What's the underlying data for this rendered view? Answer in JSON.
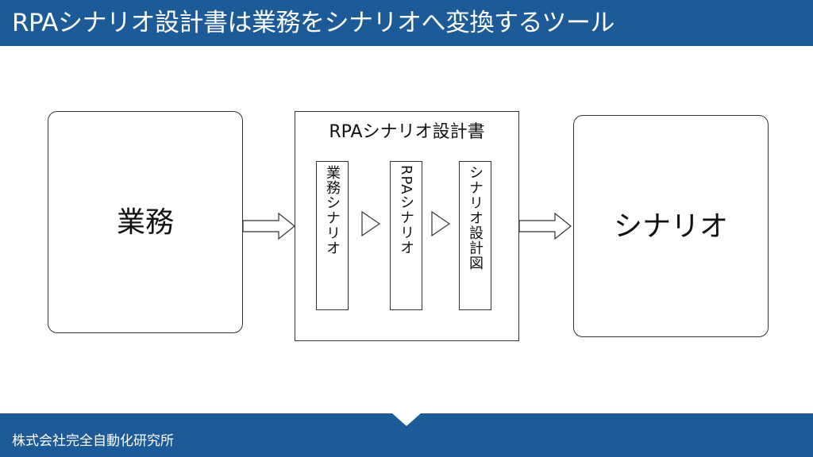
{
  "header": {
    "title": "RPAシナリオ設計書は業務をシナリオへ変換するツール"
  },
  "footer": {
    "company": "株式会社完全自動化研究所"
  },
  "diagram": {
    "left_box_label": "業務",
    "right_box_label": "シナリオ",
    "tool_box_title": "RPAシナリオ設計書",
    "steps": [
      {
        "label": "業務シナリオ"
      },
      {
        "label": "RPAシナリオ"
      },
      {
        "label": "シナリオ設計図"
      }
    ]
  },
  "colors": {
    "header_bg": "#1d5a98",
    "footer_bg": "#1d5a98",
    "header_text": "#ffffff",
    "line": "#333333"
  }
}
